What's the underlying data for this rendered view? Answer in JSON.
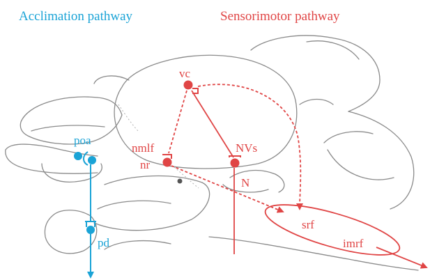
{
  "titles": {
    "left": "Acclimation pathway",
    "right": "Sensorimotor pathway"
  },
  "labels": {
    "poa": "poa",
    "pd": "pd",
    "vc": "vc",
    "nmlf": "nmlf",
    "nr": "nr",
    "nvs": "NVs",
    "n": "N",
    "srf": "srf",
    "imrf": "imrf"
  },
  "colors": {
    "acclimation": "#1aa3d6",
    "sensorimotor": "#e04545",
    "outline": "#8a8a8a"
  }
}
